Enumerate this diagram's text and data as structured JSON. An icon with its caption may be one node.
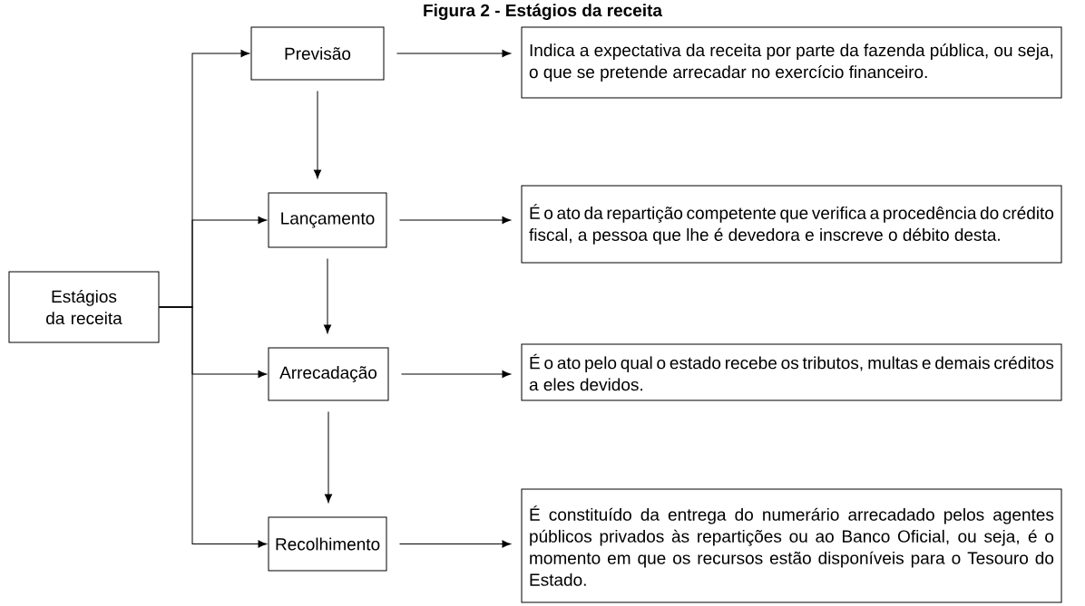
{
  "diagram": {
    "title": "Figura 2 - Estágios da receita",
    "nodes": [
      {
        "text": [
          "Estágios da receita"
        ]
      },
      {
        "text": [
          "Previsão"
        ]
      },
      {
        "text": [
          "Indica a expectativa da receita por parte da fazenda pública, ou seja, o que se pretende arrecadar no exercício financeiro."
        ]
      },
      {
        "text": [
          "Lançamento"
        ]
      },
      {
        "text": [
          "É o ato da repartição competente que verifica a procedência do crédito fiscal, a pessoa que lhe é devedora e inscreve o débito desta."
        ]
      },
      {
        "text": [
          "Arrecadação"
        ]
      },
      {
        "text": [
          "É o ato pelo qual o estado recebe os tributos, multas e demais créditos a eles devidos."
        ]
      },
      {
        "text": [
          "Recolhimento"
        ]
      },
      {
        "text": [
          "É constituído da entrega do numerário arrecadado pelos agentes públicos privados às repartições ou ao Banco Oficial, ou seja, é o momento em que os recursos estão disponíveis para o Tesouro do Estado."
        ]
      }
    ],
    "edges": [
      {
        "from": 0,
        "to": 1,
        "arrow": "to"
      },
      {
        "from": 0,
        "to": 3,
        "arrow": "to"
      },
      {
        "from": 0,
        "to": 5,
        "arrow": "to"
      },
      {
        "from": 0,
        "to": 7,
        "arrow": "to"
      },
      {
        "from": 1,
        "to": 2,
        "arrow": "to"
      },
      {
        "from": 3,
        "to": 4,
        "arrow": "to"
      },
      {
        "from": 5,
        "to": 6,
        "arrow": "to"
      },
      {
        "from": 7,
        "to": 8,
        "arrow": "to"
      },
      {
        "from": 1,
        "to": 3,
        "arrow": "to"
      },
      {
        "from": 3,
        "to": 5,
        "arrow": "to"
      },
      {
        "from": 5,
        "to": 7,
        "arrow": "to"
      }
    ]
  }
}
